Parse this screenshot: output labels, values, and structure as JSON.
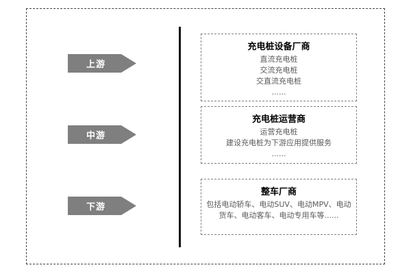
{
  "diagram": {
    "rows": [
      {
        "arrow_label": "上游",
        "box": {
          "title": "充电桩设备厂商",
          "lines": [
            "直流充电桩",
            "交流充电桩",
            "交直流充电桩",
            "......"
          ]
        }
      },
      {
        "arrow_label": "中游",
        "box": {
          "title": "充电桩运营商",
          "lines": [
            "运营充电桩",
            "建设充电桩为下游应用提供服务",
            "......"
          ]
        }
      },
      {
        "arrow_label": "下游",
        "box": {
          "title": "整车厂商",
          "lines": [
            "包括电动轿车、电动SUV、电动MPV、电动",
            "货车、电动客车、电动专用车等......"
          ]
        }
      }
    ],
    "colors": {
      "arrow_fill": "#7f7f7f",
      "arrow_text": "#ffffff",
      "title_text": "#000000",
      "body_text": "#595959",
      "divider": "#111111"
    }
  }
}
